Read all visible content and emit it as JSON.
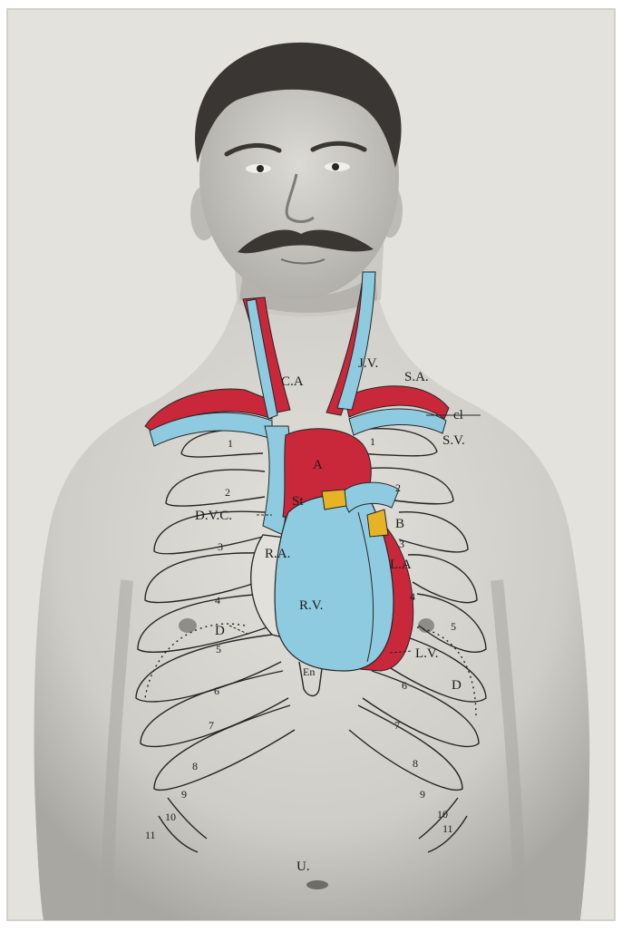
{
  "colors": {
    "paper": "#e4e2dc",
    "skin": "#d6d4ce",
    "skin_shadow": "#9c9a95",
    "hair": "#3a3633",
    "artery": "#c8283a",
    "vein": "#8fcbe0",
    "valve": "#e6b326",
    "ink": "#262626"
  },
  "labels": {
    "ca": "C.A",
    "jv": "J.V.",
    "sa": "S.A.",
    "cl": "cl",
    "sv": "S.V.",
    "a": "A",
    "st": "St",
    "dvc": "D.V.C.",
    "b": "B",
    "ra": "R.A.",
    "la": "L.A",
    "rv": "R.V.",
    "lv": "L.V.",
    "d_right": "D",
    "d_left": "D",
    "en": "En",
    "u": "U.",
    "rib_left_1": "1",
    "rib_left_2": "2",
    "rib_left_3": "3",
    "rib_left_4": "4",
    "rib_left_5": "5",
    "rib_left_6": "6",
    "rib_left_7": "7",
    "rib_left_8": "8",
    "rib_left_9": "9",
    "rib_left_10": "10",
    "rib_left_11": "11",
    "rib_right_1": "1",
    "rib_right_2": "2",
    "rib_right_3": "3",
    "rib_right_4": "4",
    "rib_right_5": "5",
    "rib_right_6": "6",
    "rib_right_7": "7",
    "rib_right_8": "8",
    "rib_right_9": "9",
    "rib_right_10": "10",
    "rib_right_11": "11"
  }
}
